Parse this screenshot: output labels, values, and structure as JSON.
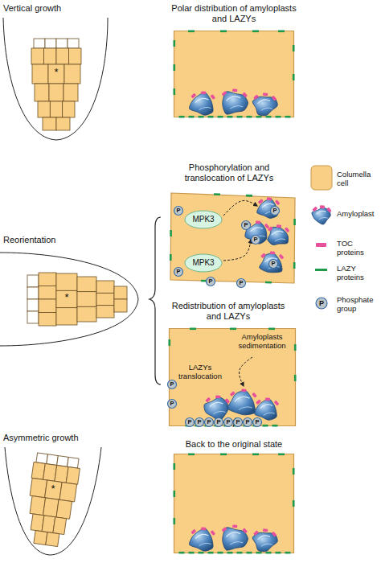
{
  "diagram": {
    "nodes": [
      {
        "text": [
          "Vertical growth",
          "*"
        ]
      },
      {
        "text": [
          "Polar distribution of amyloplasts and LAZYs"
        ]
      },
      {
        "text": [
          "Phosphorylation and translocation of LAZYs"
        ]
      },
      {
        "text": [
          "MPK3"
        ],
        "in": 2
      },
      {
        "text": [
          "MPK3"
        ],
        "in": 2
      },
      {
        "text": [
          "Reorientation",
          "*"
        ]
      },
      {
        "text": [
          "Redistribution of amyloplasts and LAZYs",
          "Amyloplasts sedimentation",
          "LAZYs translocation"
        ]
      },
      {
        "text": [
          "Asymmetric growth",
          "*"
        ]
      },
      {
        "text": [
          "Back to the original state"
        ]
      }
    ],
    "labels": [
      "P",
      "P",
      "P",
      "P",
      "P",
      "P",
      "P",
      "P",
      "P",
      "P",
      "P",
      "P",
      "P",
      "P",
      "P",
      "P",
      "P",
      "P",
      "P"
    ],
    "legend": [
      {
        "text": "Columella cell",
        "color": "#f9cf86"
      },
      {
        "text": "Amyloplast"
      },
      {
        "text": "TOC proteins",
        "color": "#e8509b"
      },
      {
        "text": "LAZY proteins",
        "color": "#1f9a4a"
      },
      {
        "text": "Phosphate group"
      }
    ]
  }
}
